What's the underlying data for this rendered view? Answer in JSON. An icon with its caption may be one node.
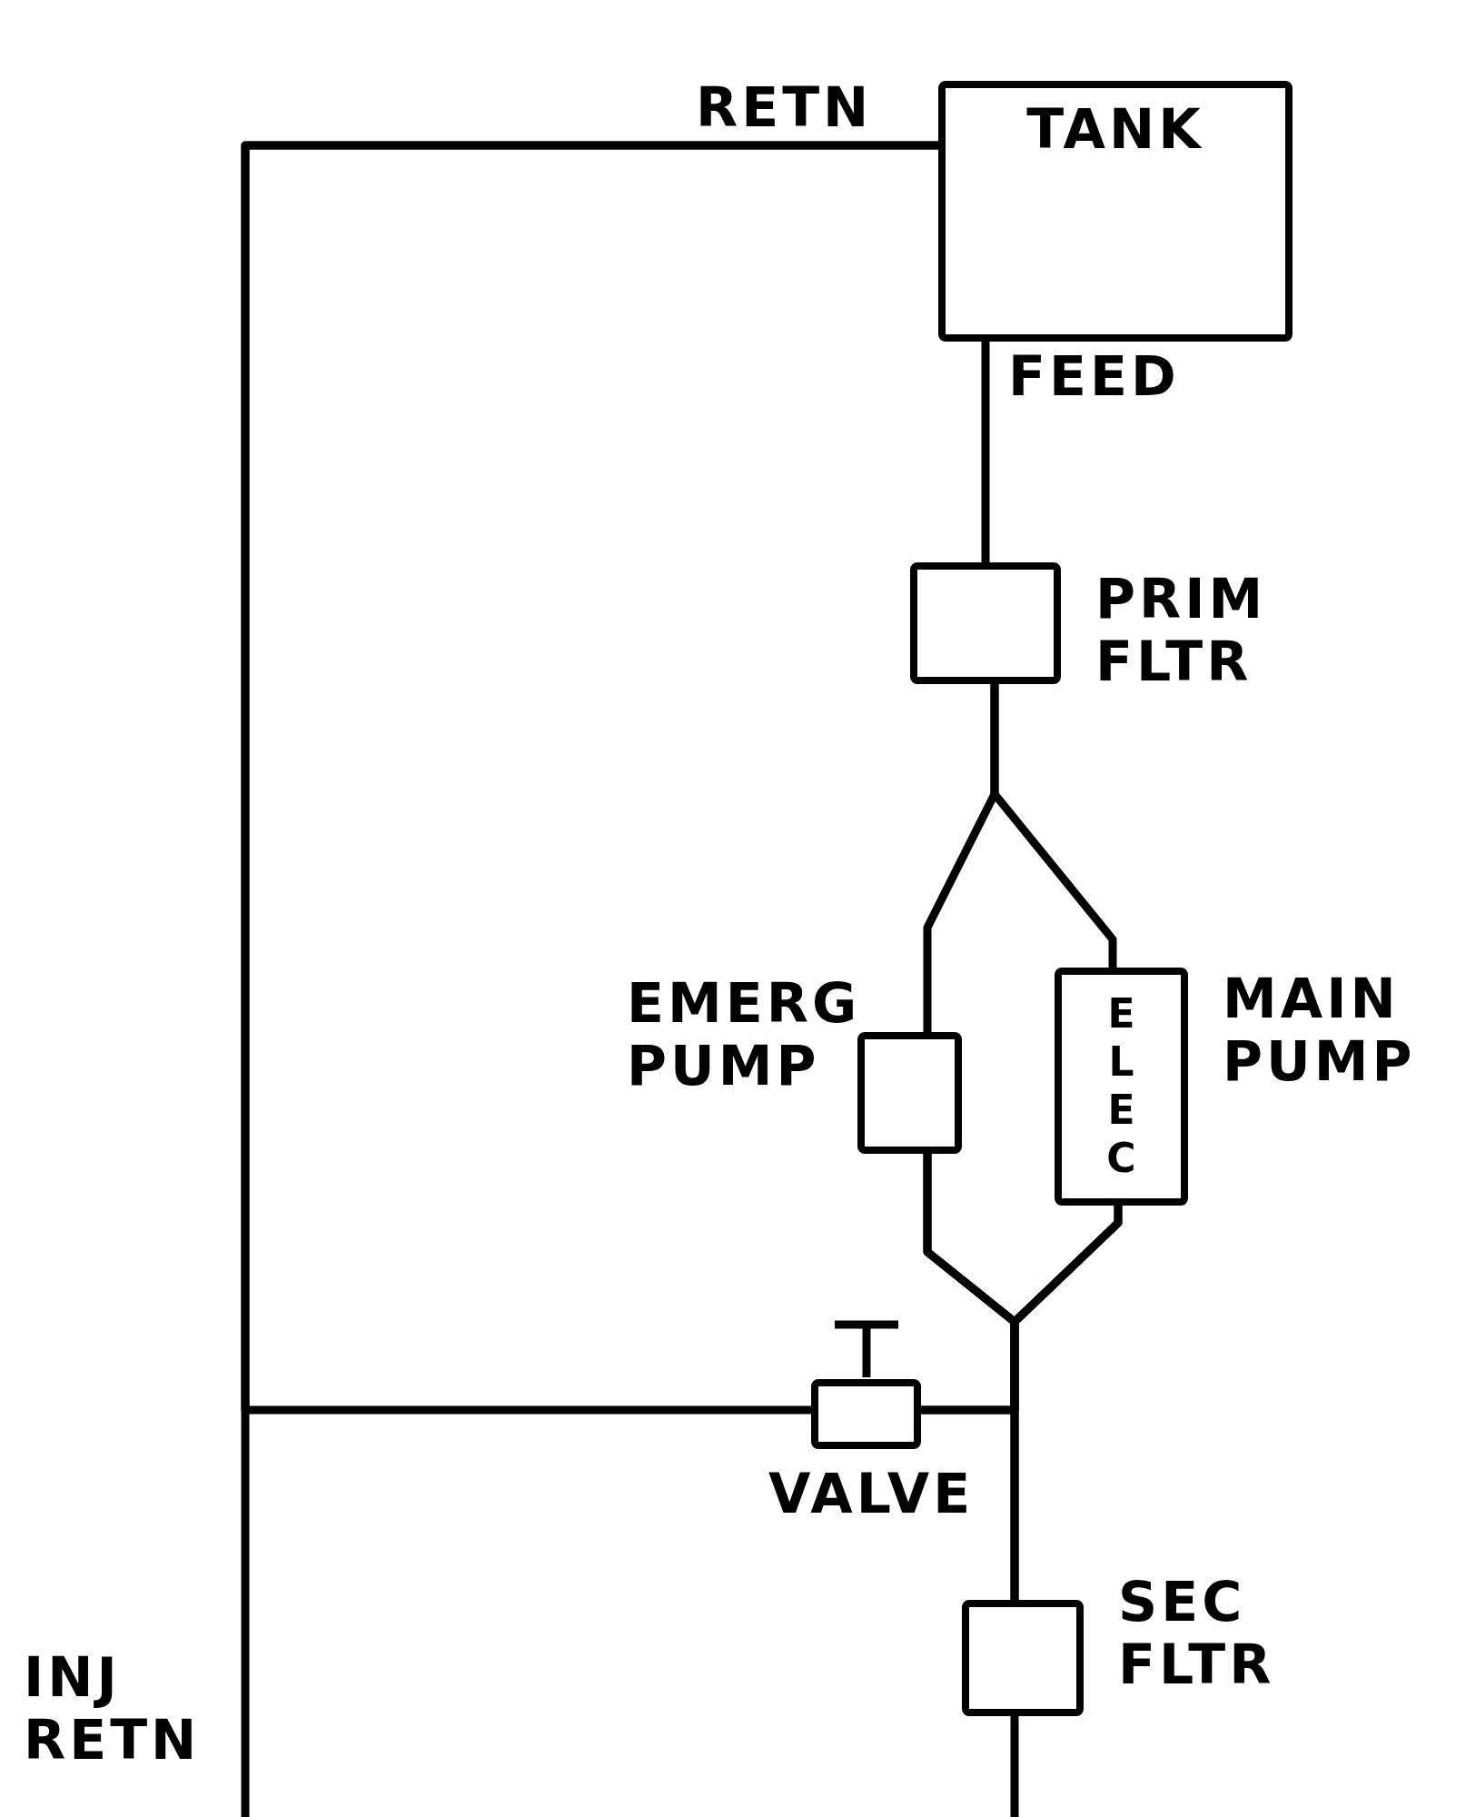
{
  "diagram": {
    "nodes": [
      {
        "text": [
          "TANK"
        ]
      },
      {
        "text": [],
        "shape": "box",
        "beside": [
          "PRIM FLTR"
        ]
      },
      {
        "text": [],
        "shape": "box",
        "beside": [
          "EMERG PUMP"
        ]
      },
      {
        "text": [
          "ELEC"
        ],
        "beside": [
          "MAIN PUMP"
        ]
      },
      {
        "text": [],
        "shape": "valve",
        "beside": [
          "VALVE"
        ]
      },
      {
        "text": [],
        "shape": "box",
        "beside": [
          "SEC FLTR"
        ]
      }
    ],
    "edges": [
      {
        "from": 0,
        "to": 1,
        "arrow": "none",
        "label": "FEED"
      },
      {
        "from": 1,
        "to": 2,
        "arrow": "none"
      },
      {
        "from": 1,
        "to": 3,
        "arrow": "none"
      },
      {
        "from": 2,
        "to": 5,
        "arrow": "none"
      },
      {
        "from": 3,
        "to": 5,
        "arrow": "none"
      },
      {
        "from": 2,
        "to": 4,
        "arrow": "none"
      },
      {
        "from": 3,
        "to": 4,
        "arrow": "none"
      },
      {
        "from": 4,
        "to": 0,
        "arrow": "none"
      },
      {
        "from": null,
        "to": 0,
        "arrow": "none"
      },
      {
        "from": 5,
        "to": null,
        "arrow": "none"
      }
    ],
    "labels": [
      "RETN",
      "INJ RETN"
    ]
  }
}
